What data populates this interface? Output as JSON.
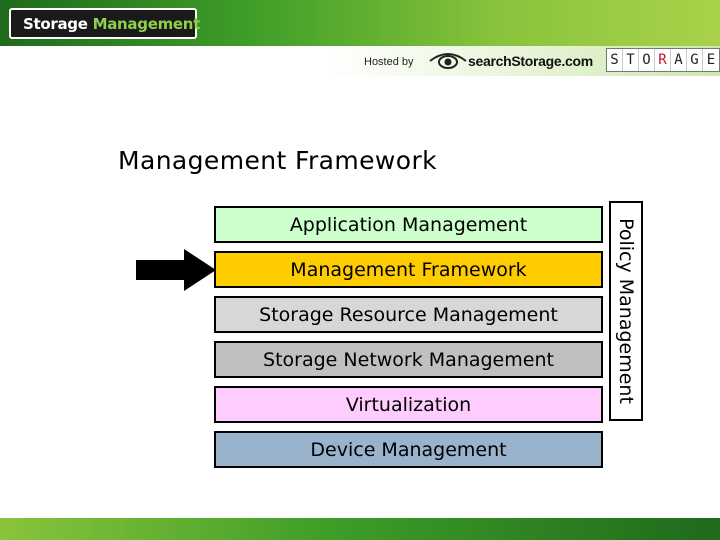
{
  "header": {
    "logo_word_1": "Storage",
    "logo_word_2": "Management",
    "hosted_by": "Hosted by",
    "site_name": "searchStorage.com",
    "partner_logo_letters": [
      "S",
      "T",
      "O",
      "R",
      "A",
      "G",
      "E"
    ]
  },
  "title": "Management Framework",
  "layers": [
    {
      "label": "Application Management",
      "color": "#ccffcc"
    },
    {
      "label": "Management Framework",
      "color": "#ffcc00"
    },
    {
      "label": "Storage Resource Management",
      "color": "#d7d7d7"
    },
    {
      "label": "Storage Network Management",
      "color": "#c0c0c0"
    },
    {
      "label": "Virtualization",
      "color": "#ffccff"
    },
    {
      "label": "Device Management",
      "color": "#99b3cc"
    }
  ],
  "side_label": "Policy Management",
  "highlighted_layer": "Management Framework",
  "colors": {
    "header_green_dark": "#1f6a1c",
    "header_green_light": "#a9d24a",
    "arrow": "#000000"
  },
  "icons": {
    "arrow": "right-arrow-icon",
    "eye": "eye-icon"
  }
}
